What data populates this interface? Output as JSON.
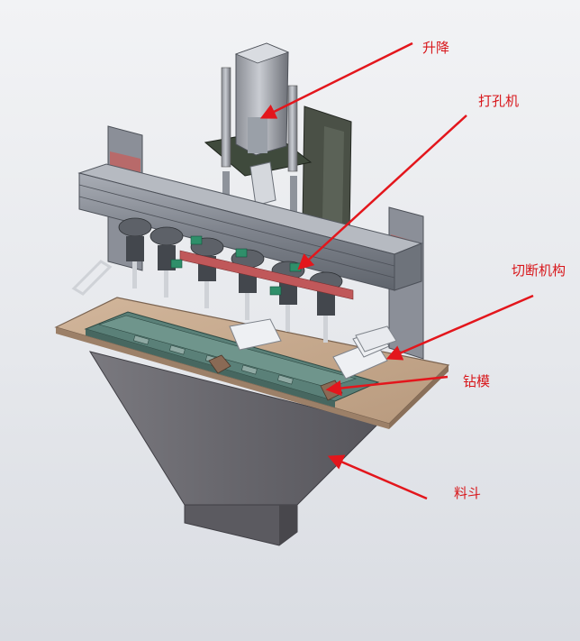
{
  "colors": {
    "arrow": "#e3161c",
    "label": "#d8171b",
    "hopper": "#6b6a70",
    "plate": "#c7aa8f",
    "frame": "#8b8f98",
    "dark_frame": "#4a5046",
    "green_rail": "#5a8078",
    "accent_red": "#b86a6a",
    "accent_green": "#2f8f6a"
  },
  "labels": {
    "lift": "升降",
    "puncher": "打孔机",
    "cutter": "切断机构",
    "drill_die": "钻模",
    "hopper": "料斗"
  },
  "icons": [
    "lift-cylinder-icon",
    "punch-head-icon",
    "cutter-block-icon",
    "drill-die-icon",
    "hopper-icon"
  ]
}
